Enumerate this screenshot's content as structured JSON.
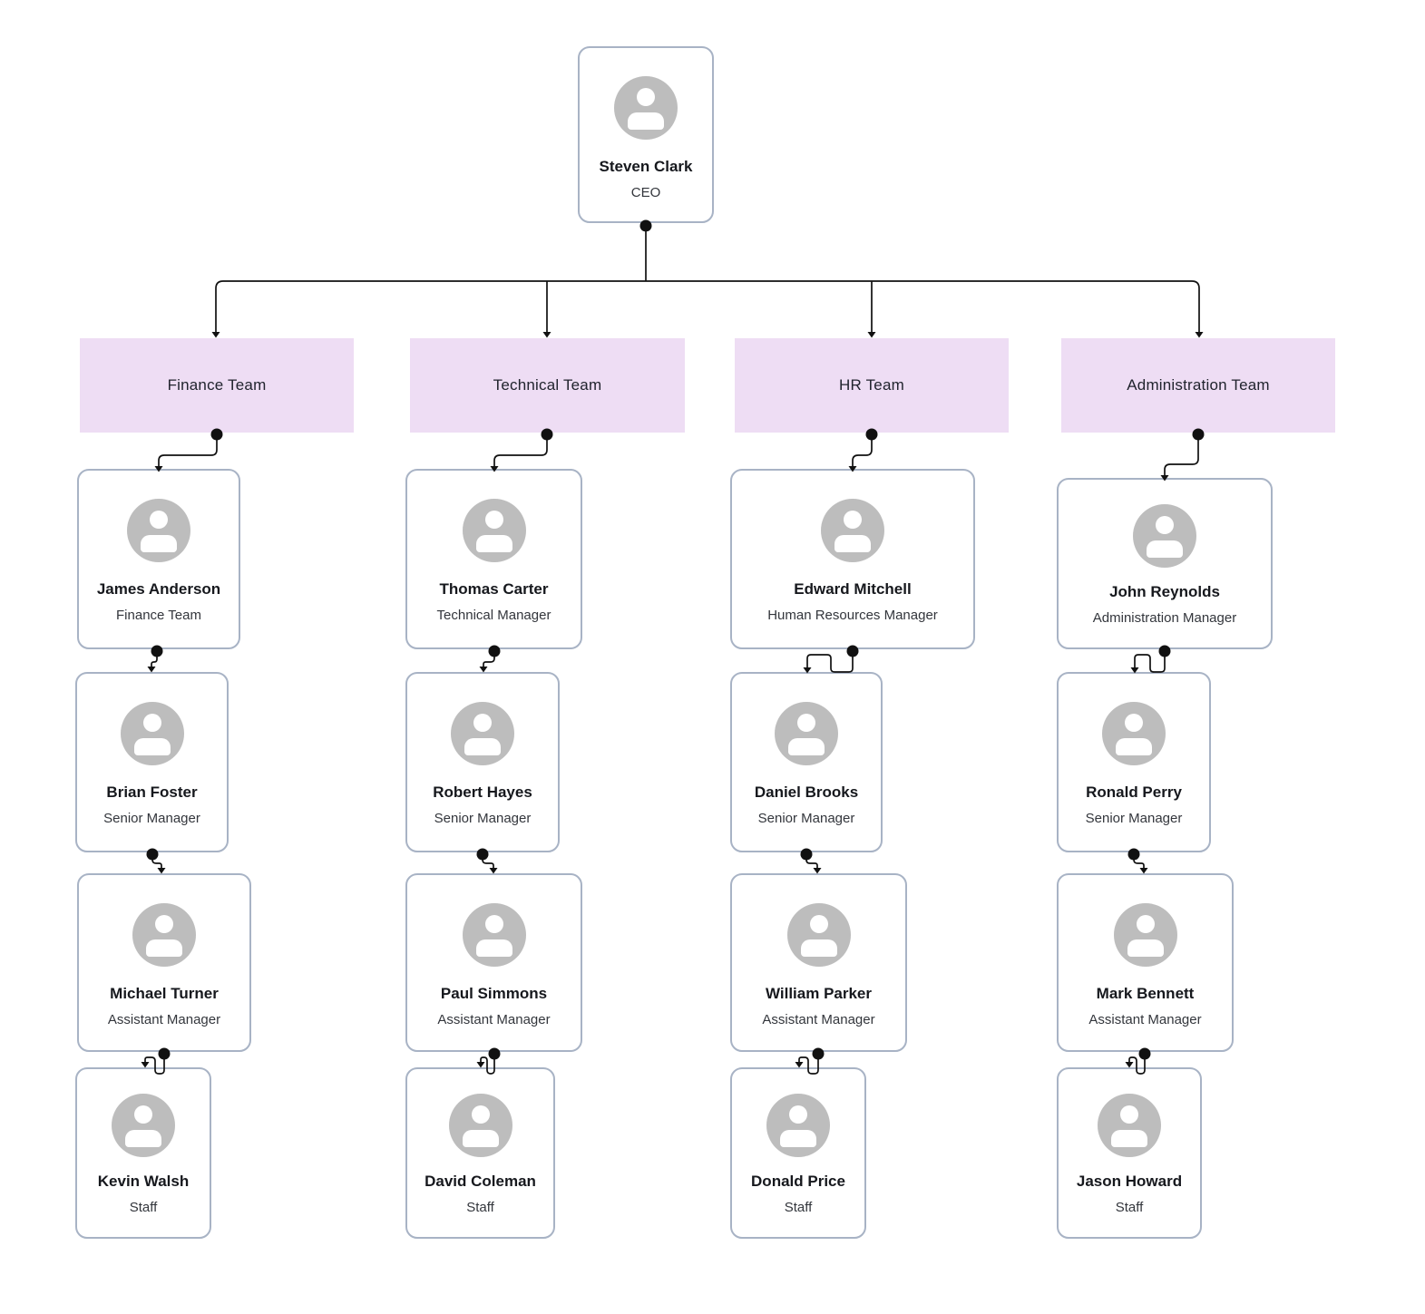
{
  "chart": {
    "ceo": {
      "name": "Steven Clark",
      "title": "CEO"
    },
    "teams": [
      {
        "label": "Finance Team",
        "members": [
          {
            "name": "James Anderson",
            "title": "Finance Team"
          },
          {
            "name": "Brian Foster",
            "title": "Senior Manager"
          },
          {
            "name": "Michael Turner",
            "title": "Assistant Manager"
          },
          {
            "name": "Kevin Walsh",
            "title": "Staff"
          }
        ]
      },
      {
        "label": "Technical Team",
        "members": [
          {
            "name": "Thomas Carter",
            "title": "Technical Manager"
          },
          {
            "name": "Robert Hayes",
            "title": "Senior Manager"
          },
          {
            "name": "Paul Simmons",
            "title": "Assistant Manager"
          },
          {
            "name": "David Coleman",
            "title": "Staff"
          }
        ]
      },
      {
        "label": "HR Team",
        "members": [
          {
            "name": "Edward Mitchell",
            "title": "Human Resources Manager"
          },
          {
            "name": "Daniel Brooks",
            "title": "Senior Manager"
          },
          {
            "name": "William Parker",
            "title": "Assistant Manager"
          },
          {
            "name": "Donald Price",
            "title": "Staff"
          }
        ]
      },
      {
        "label": "Administration Team",
        "members": [
          {
            "name": "John Reynolds",
            "title": "Administration Manager"
          },
          {
            "name": "Ronald Perry",
            "title": "Senior Manager"
          },
          {
            "name": "Mark Bennett",
            "title": "Assistant Manager"
          },
          {
            "name": "Jason Howard",
            "title": "Staff"
          }
        ]
      }
    ]
  },
  "icons": {
    "avatar": "person-icon"
  },
  "colors": {
    "team_banner_bg": "#eeddf4",
    "card_border": "#a8b3c5",
    "avatar_gray": "#bdbdbd",
    "edge": "#111111",
    "name_text": "#16181d",
    "role_text": "#33363c",
    "banner_text": "#21242e"
  }
}
